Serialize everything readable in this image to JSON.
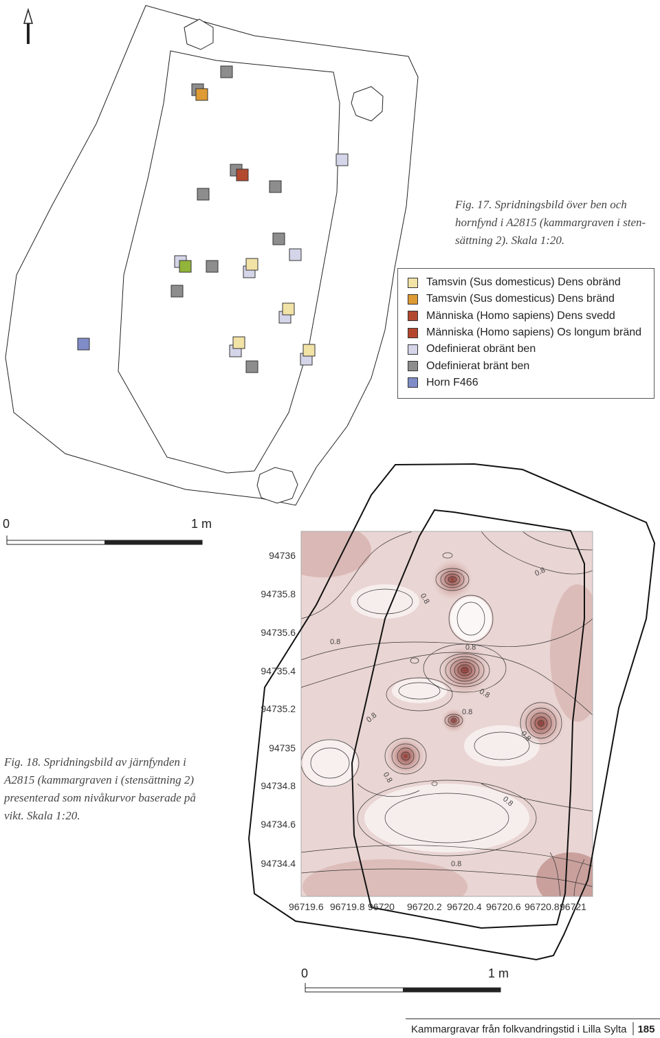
{
  "fig17": {
    "caption": "Fig. 17. Spridningsbild över ben och hornfynd i A2815 (kammargraven i sten-sättning 2). Skala 1:20.",
    "legend": [
      {
        "label": "Tamsvin (Sus domesticus) Dens obränd",
        "color": "#f1e2a6"
      },
      {
        "label": "Tamsvin (Sus domesticus) Dens bränd",
        "color": "#de9a33"
      },
      {
        "label": "Människa (Homo sapiens) Dens svedd",
        "color": "#b3492f"
      },
      {
        "label": "Människa (Homo sapiens) Os longum bränd",
        "color": "#b6472f"
      },
      {
        "label": "Odefinierat obränt ben",
        "color": "#d4d5e8"
      },
      {
        "label": "Odefinierat bränt ben",
        "color": "#8d8d8d"
      },
      {
        "label": "Horn F466",
        "color": "#7f8cc7"
      }
    ],
    "extra_marker_color": "#93b43a",
    "scale": {
      "start": "0",
      "end": "1 m"
    }
  },
  "fig18": {
    "caption": "Fig. 18. Spridningsbild av järnfynden i A2815 (kammargraven i (stensättning 2) presenterad som nivåkurvor baserade på vikt. Skala 1:20.",
    "y_ticks": [
      "94736",
      "94735.8",
      "94735.6",
      "94735.4",
      "94735.2",
      "94735",
      "94734.8",
      "94734.6",
      "94734.4"
    ],
    "x_ticks": [
      "96719.6",
      "96719.8",
      "96720",
      "96720.2",
      "96720.4",
      "96720.6",
      "96720.8",
      "96721"
    ],
    "contour_label": "0.8",
    "scale": {
      "start": "0",
      "end": "1 m"
    }
  },
  "footer": {
    "text": "Kammargravar från folkvandringstid i Lilla Sylta",
    "page": "185"
  }
}
